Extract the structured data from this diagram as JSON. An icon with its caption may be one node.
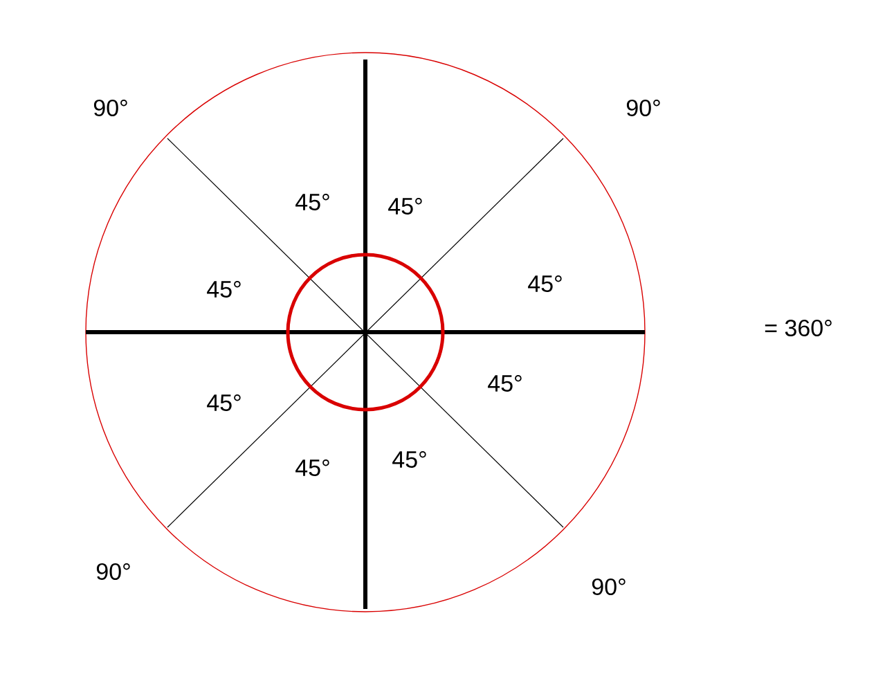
{
  "diagram": {
    "labels": [
      "90°",
      "90°",
      "45°",
      "45°",
      "45°",
      "45°",
      "= 360°",
      "45°",
      "45°",
      "45°",
      "45°",
      "90°",
      "90°"
    ]
  }
}
